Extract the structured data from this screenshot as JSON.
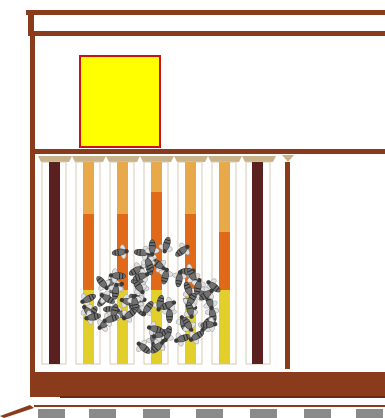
{
  "colors": {
    "wood": "#8a3b1c",
    "wood_dark": "#6b2a12",
    "panel_fill": "#ffff00",
    "panel_border": "#cc1111",
    "frame_top_bar": "#c8b28a",
    "dark_frame": "#5a1f1f",
    "bar_light": "#e8a94a",
    "bar_mid": "#e06a1a",
    "bar_yellow": "#e3cf2c",
    "entrance_gray": "#8a8a8a",
    "bee_body": "#707070",
    "bee_wing": "#e0e0e0"
  },
  "diagram": {
    "frames": [
      {
        "id": "frame-1",
        "type": "dark"
      },
      {
        "id": "frame-2",
        "type": "filled"
      },
      {
        "id": "frame-3",
        "type": "filled"
      },
      {
        "id": "frame-4",
        "type": "filled"
      },
      {
        "id": "frame-5",
        "type": "filled"
      },
      {
        "id": "frame-6",
        "type": "filled"
      },
      {
        "id": "frame-7",
        "type": "dark"
      },
      {
        "id": "frame-8",
        "type": "empty"
      }
    ],
    "has_bee_cluster": true,
    "has_feeder_panel": true
  }
}
